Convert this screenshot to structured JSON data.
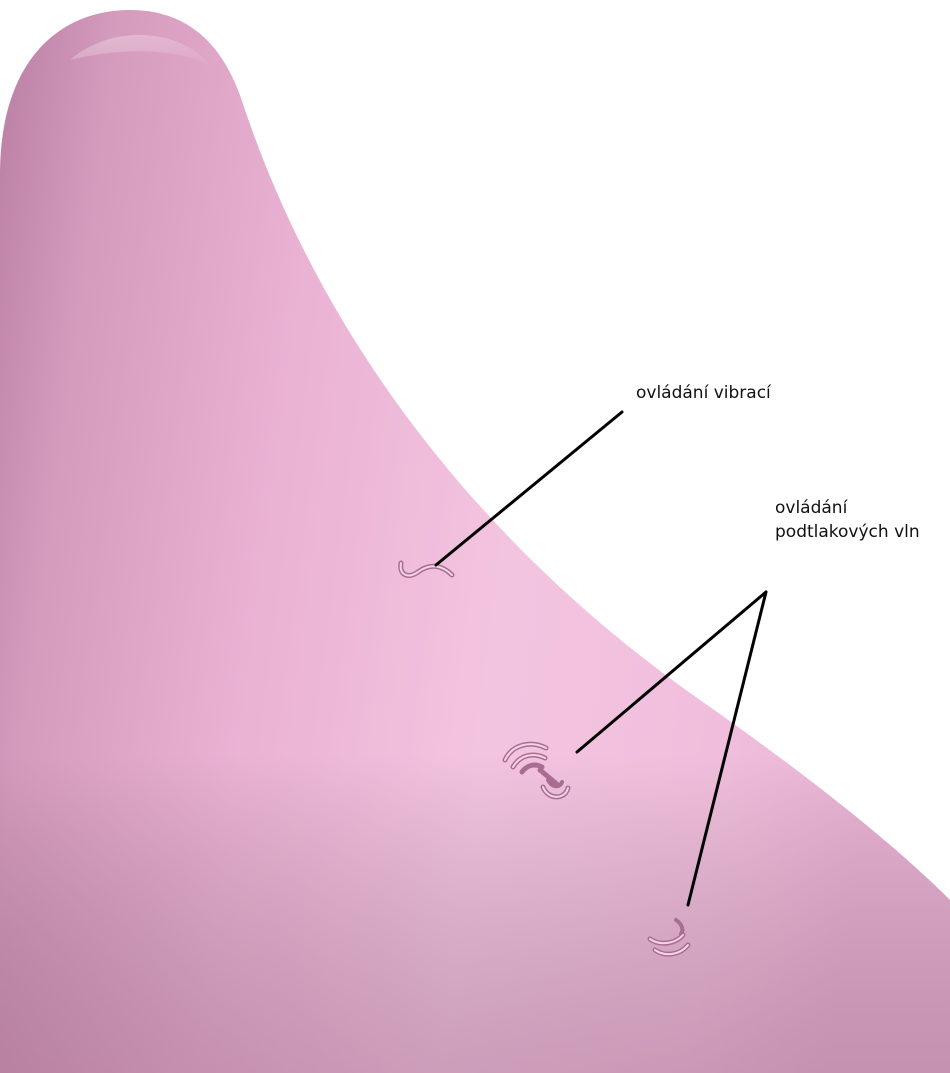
{
  "labels": {
    "vibration": "ovládání vibrací",
    "suction_line1": "ovládání",
    "suction_line2": "podtlakových vln"
  },
  "colors": {
    "body_light": "#f3c4e0",
    "body_mid": "#e0a7c9",
    "body_shadow": "#b97ea3",
    "leader_line": "#000000",
    "background": "#ffffff"
  },
  "icons": [
    "vibration-wave-icon",
    "suction-pattern-icon",
    "suction-intensity-icon"
  ]
}
